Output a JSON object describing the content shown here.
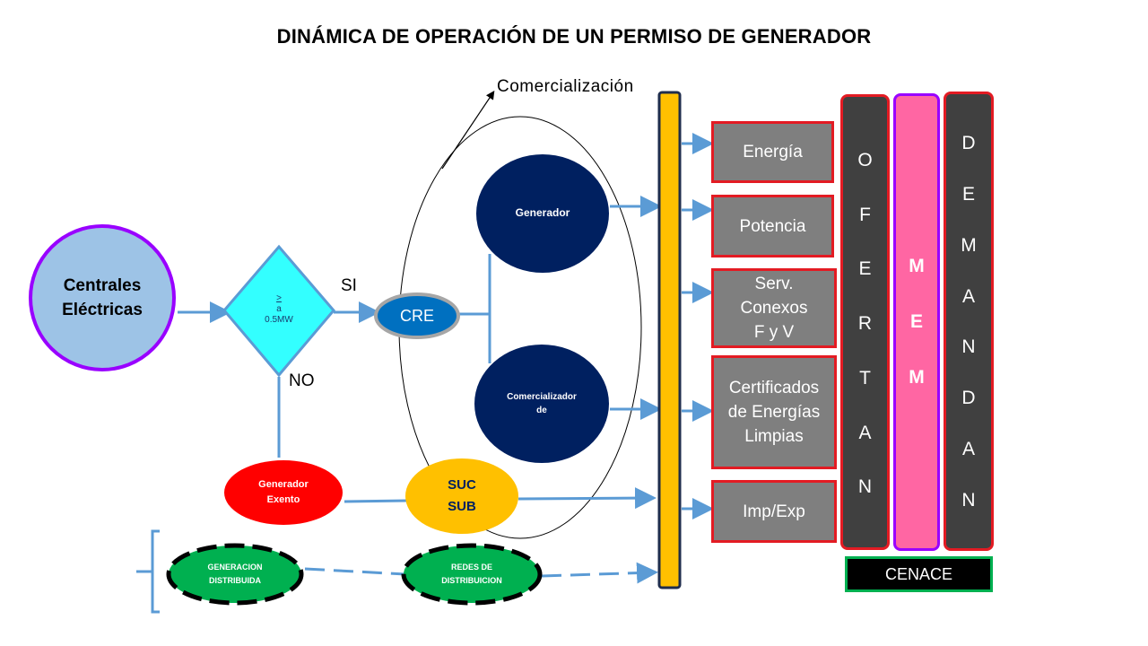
{
  "title": "DINÁMICA DE OPERACIÓN  DE UN PERMISO DE GENERADOR",
  "comercializacion": "Comercialización",
  "centrales": "Centrales\nEléctricas",
  "decision": {
    "line1": ">",
    "line2": "a",
    "line3": "0.5MW"
  },
  "si": "SI",
  "no": "NO",
  "cre": "CRE",
  "generador": "Generador",
  "comercializador": "Comercializador\nde",
  "generador_exento": "Generador\nExento",
  "suc_sub": "SUC\nSUB",
  "generacion_distribuida": "GENERACION\nDISTRIBUIDA",
  "redes_distribucion": "REDES DE\nDISTRIBUICION",
  "products": [
    "Energía",
    "Potencia",
    "Serv.\nConexos\nF y V",
    "Certificados\nde Energías\nLimpias",
    "Imp/Exp"
  ],
  "oferta_letters": [
    "O",
    "F",
    "E",
    "R",
    "T",
    "A",
    "N"
  ],
  "mem_letters": [
    "M",
    "E",
    "M"
  ],
  "demanda_letters": [
    "D",
    "E",
    "M",
    "A",
    "N",
    "D",
    "A",
    "N"
  ],
  "cenace": "CENACE",
  "colors": {
    "arrow": "#5b9bd5",
    "bus": "#ffc000",
    "navy": "#002060",
    "cre": "#0070c0",
    "red": "#ff0000",
    "suc": "#ffc000",
    "green": "#00b050",
    "purple": "#9900ff",
    "pink": "#ff66a3",
    "dark": "#404040",
    "product_grey": "#7f7f7f",
    "product_border": "#e31b23",
    "cyan": "#33ffff",
    "lightblue": "#9dc3e6"
  }
}
